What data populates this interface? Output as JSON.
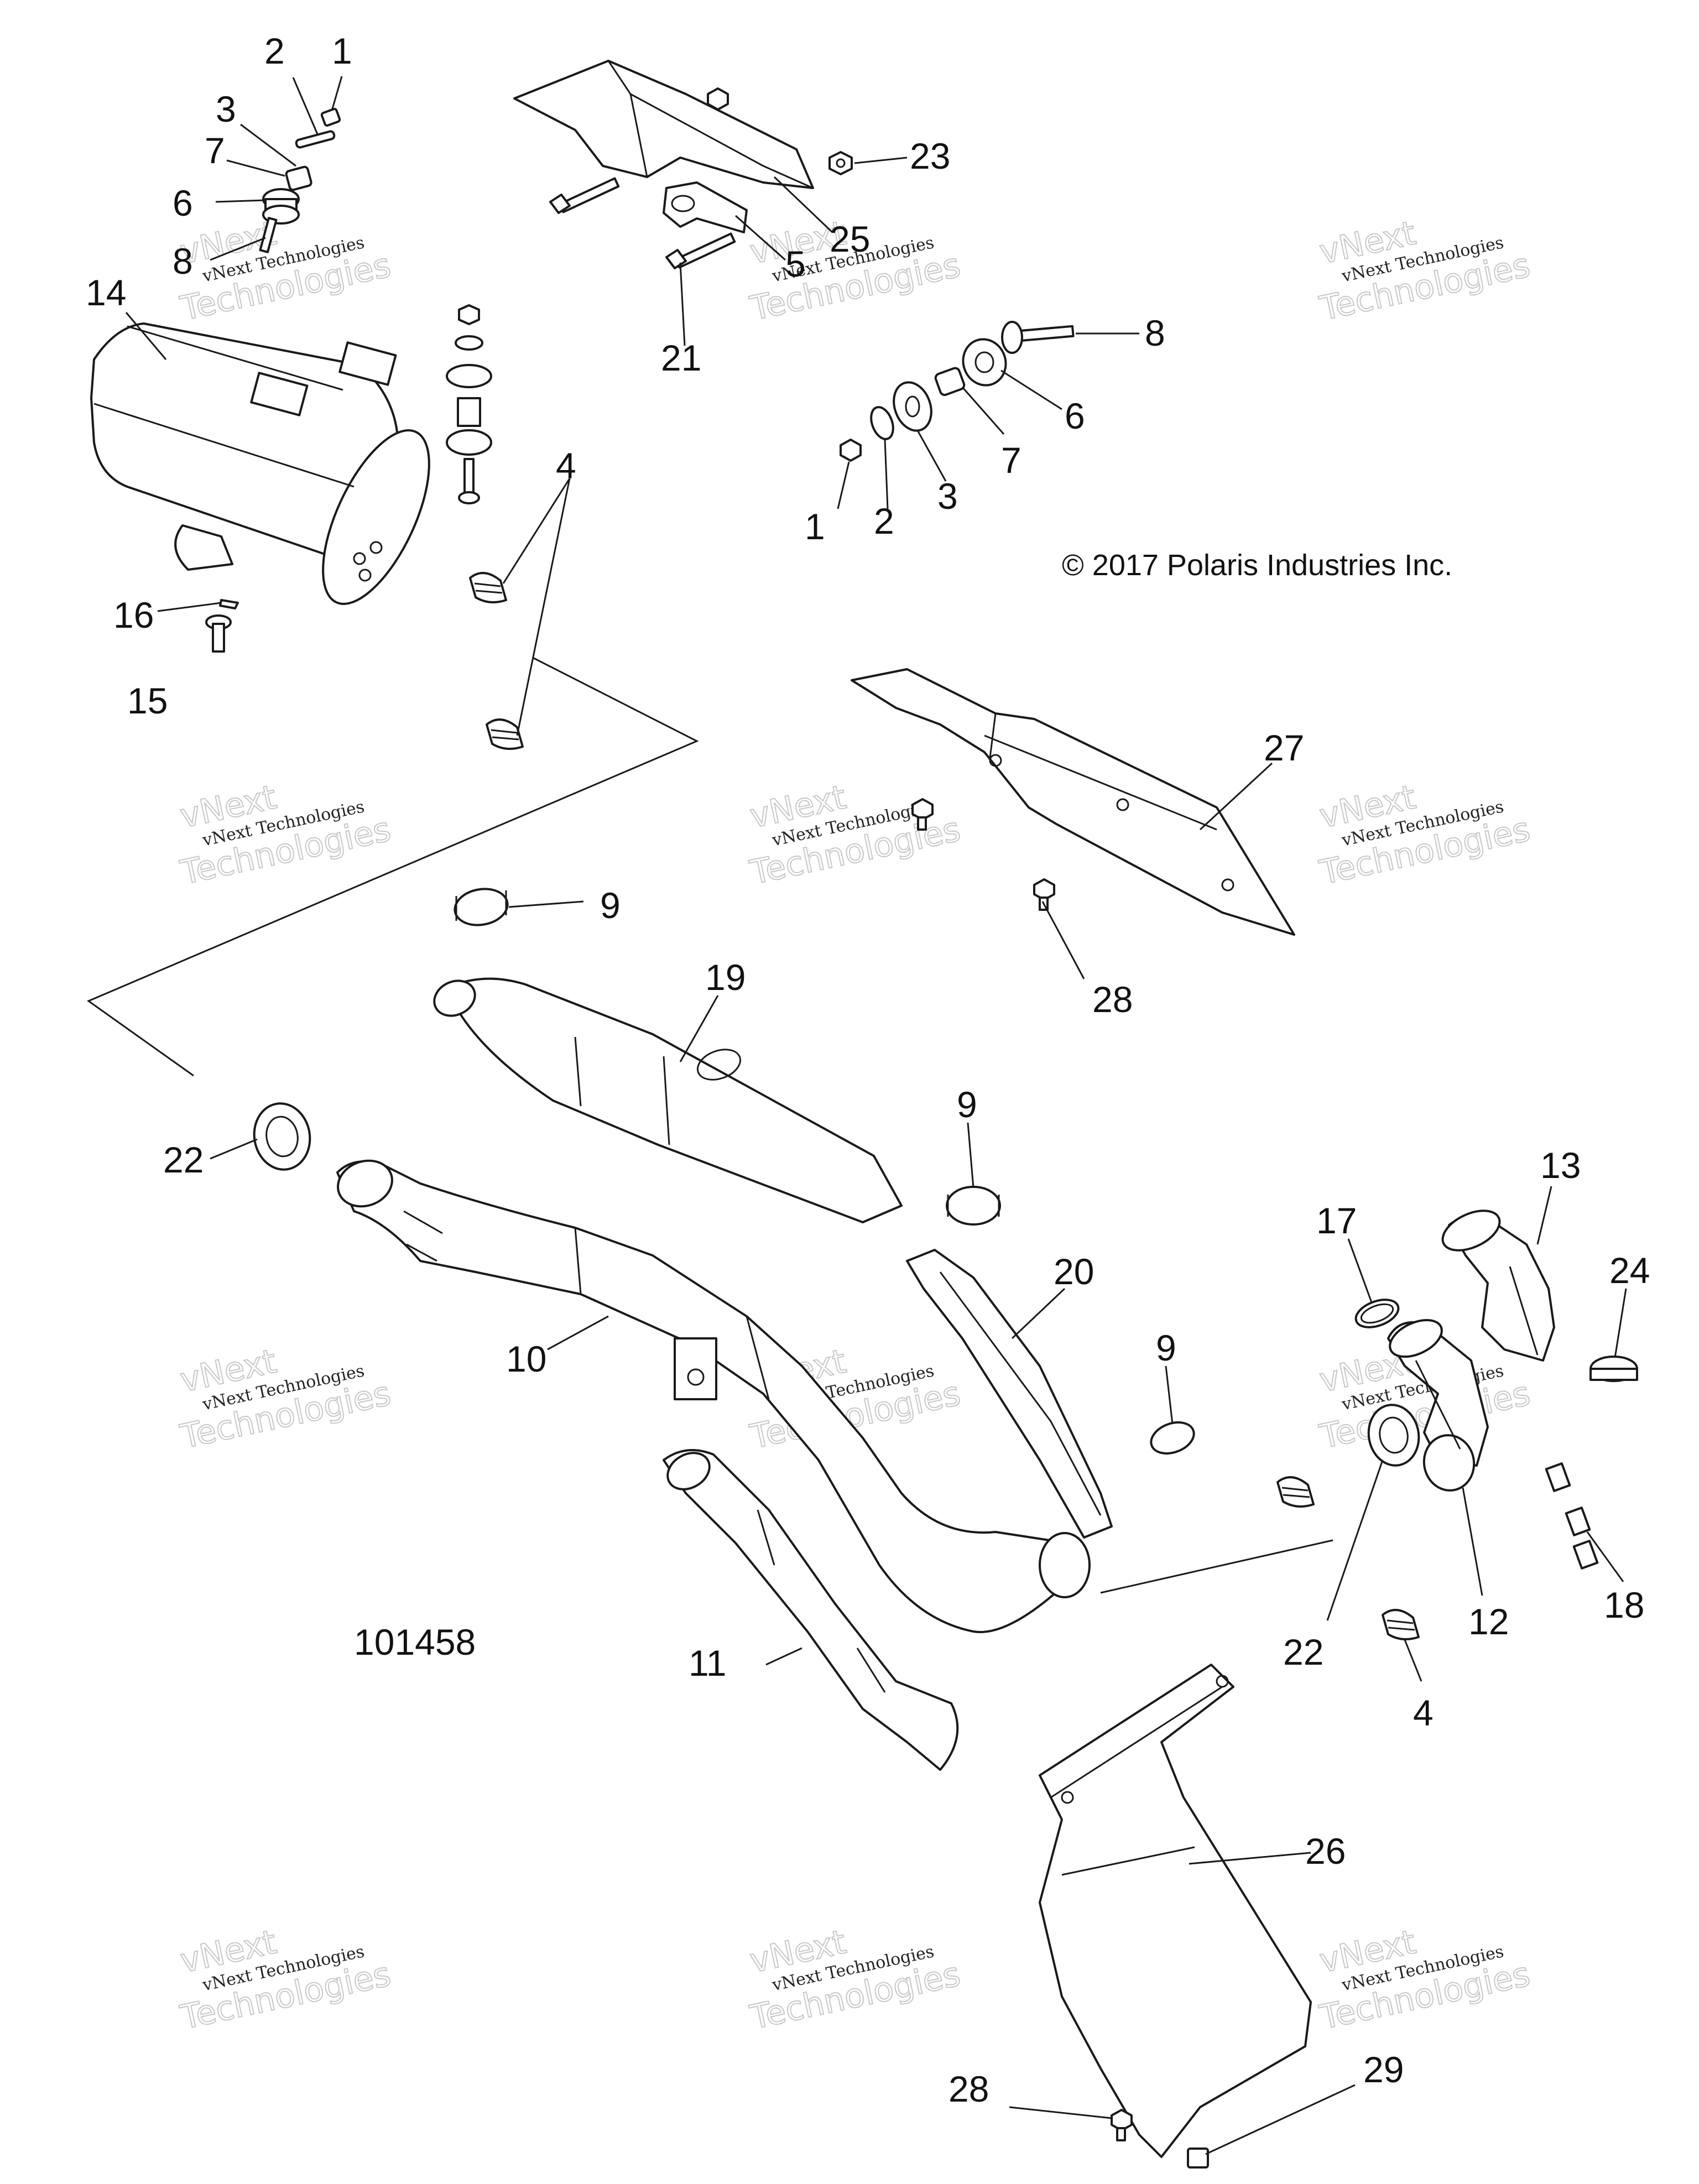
{
  "copyright": "© 2017 Polaris Industries Inc.",
  "figure_number": "101458",
  "watermark": {
    "line1": "vNext Technologies",
    "line2": "Technologies",
    "small": "vNext"
  },
  "callouts": {
    "c1a": "1",
    "c2a": "2",
    "c3a": "3",
    "c7a": "7",
    "c6a": "6",
    "c8a": "8",
    "c14": "14",
    "c16": "16",
    "c15": "15",
    "c4a": "4",
    "c23": "23",
    "c25": "25",
    "c5": "5",
    "c21": "21",
    "c8b": "8",
    "c6b": "6",
    "c7b": "7",
    "c3b": "3",
    "c2b": "2",
    "c1b": "1",
    "c27": "27",
    "c28a": "28",
    "c9a": "9",
    "c19": "19",
    "c9b": "9",
    "c22a": "22",
    "c10": "10",
    "c20": "20",
    "c9c": "9",
    "c13": "13",
    "c17": "17",
    "c24": "24",
    "c12": "12",
    "c18": "18",
    "c22b": "22",
    "c4b": "4",
    "c11": "11",
    "c26": "26",
    "c28b": "28",
    "c29": "29"
  }
}
